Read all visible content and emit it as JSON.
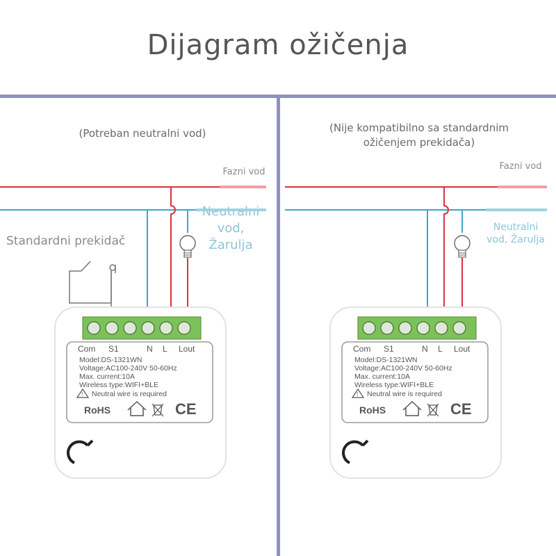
{
  "title": "Dijagram ožičenja",
  "colors": {
    "phase": "#d9323d",
    "neutral": "#3aa7c9",
    "divider": "#8f92bc",
    "terminal_block": "#7cc15a"
  },
  "left_panel": {
    "note": "(Potreban neutralni vod)",
    "phase_label": "Fazni vod",
    "neutral_label": "Neutralni vod, Žarulja",
    "switch_label": "Standardni prekidač"
  },
  "right_panel": {
    "note": "(Nije kompatibilno sa standardnim ožičenjem prekidača)",
    "phase_label": "Fazni vod",
    "neutral_label": "Neutralni vod, Žarulja"
  },
  "device": {
    "terminals": [
      "Com",
      "S1",
      "N",
      "L",
      "Lout"
    ],
    "model": "Model:DS-1321WN",
    "voltage": "Voltage:AC100-240V  50-60Hz",
    "current": "Max. current:10A",
    "wireless": "Wireless type:WIFI+BLE",
    "warning": "Neutral wire is required",
    "rohs": "RoHS",
    "ce": "CE"
  },
  "icons": [
    "bulb-icon",
    "warning-icon",
    "home-icon",
    "weee-bin-icon",
    "ce-mark-icon",
    "switch-icon"
  ]
}
